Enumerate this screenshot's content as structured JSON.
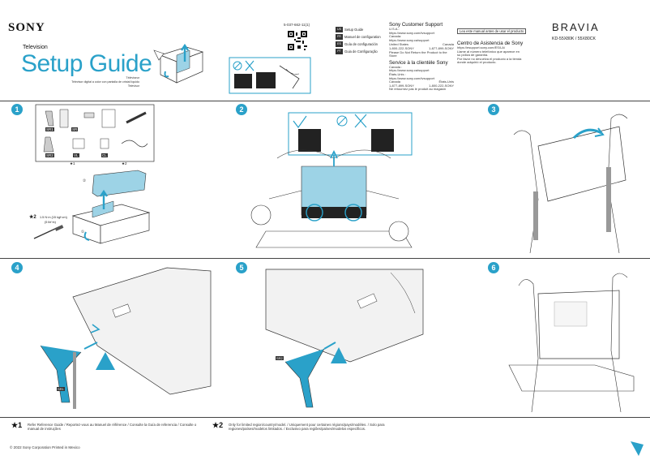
{
  "header": {
    "brand": "SONY",
    "product_type": "Television",
    "title": "Setup Guide",
    "title_translations": [
      "Téléviseur",
      "Televisor digital a color con pantalla de cristal líquido",
      "Televisor"
    ],
    "doc_code": "5-037-662-11(1)",
    "bravia": "BRAVIA",
    "model": "KD-55X80K / 55X80CK"
  },
  "languages": [
    {
      "code": "US",
      "label": "Setup Guide"
    },
    {
      "code": "FR",
      "label": "Manuel de configuration"
    },
    {
      "code": "ES",
      "label": "Guía de configuración"
    },
    {
      "code": "PT",
      "label": "Guia de Configuração"
    }
  ],
  "support": {
    "heading": "Sony Customer Support",
    "lines": [
      "U.S.A.:",
      "https://www.sony.com/tvsupport",
      "Canada:",
      "https://www.sony.ca/support"
    ],
    "phone_head_left": "United States",
    "phone_head_right": "Canada",
    "phone_left": "1-800-222-SONY",
    "phone_right": "1-877-899-SONY",
    "warning": "Please Do Not Return the Product to the Store",
    "fr_heading": "Service à la clientèle Sony",
    "fr_lines": [
      "Canada :",
      "https://www.sony.ca/support",
      "États-Unis :",
      "https://www.sony.com/tvsupport"
    ],
    "fr_phone_head_left": "Canada",
    "fr_phone_head_right": "États-Unis",
    "fr_phone_left": "1-877-899-SONY",
    "fr_phone_right": "1-800-222-SONY",
    "fr_warning": "Ne retournez pas le produit au magasin"
  },
  "spanish": {
    "notice": "Lea este manual antes de usar el producto",
    "heading": "Centro de Asistencia de Sony",
    "lines": [
      "https://esupport.sony.com/ES/LA/",
      "Llame al número telefónico que aparece en",
      "su póliza de garantía.",
      "Por favor no devuelva el producto a la tienda",
      "donde adquirió el producto."
    ]
  },
  "steps": [
    "1",
    "2",
    "3",
    "4",
    "5",
    "6"
  ],
  "parts": {
    "labels": [
      "SR1",
      "SR",
      "",
      "SR2",
      "VL",
      "CL",
      ""
    ],
    "callout_2": "②",
    "callout_1": "①",
    "star1": "★1",
    "star2": "★2",
    "screw_label_1": "1.5 N·m {15 kgf·cm}",
    "screw_label_2": "(5 lbf·in)"
  },
  "footnotes": {
    "mark1": "★1",
    "text1": "Refer Reference Guide / Reportez-vous au Manuel de référence / Consulte la Guía de referencia / Consulte o manual de instruções",
    "mark2": "★2",
    "text2": "Only for limited region/country/model. / Uniquement pour certaines régions/pays/modèles. / Solo para regiones/países/modelos limitados. / Exclusivo para regiões/países/modelos específicos."
  },
  "copyright": "© 2022 Sony Corporation  Printed in Mexico",
  "colors": {
    "accent": "#2aa1c9",
    "text": "#1a1a1a"
  }
}
